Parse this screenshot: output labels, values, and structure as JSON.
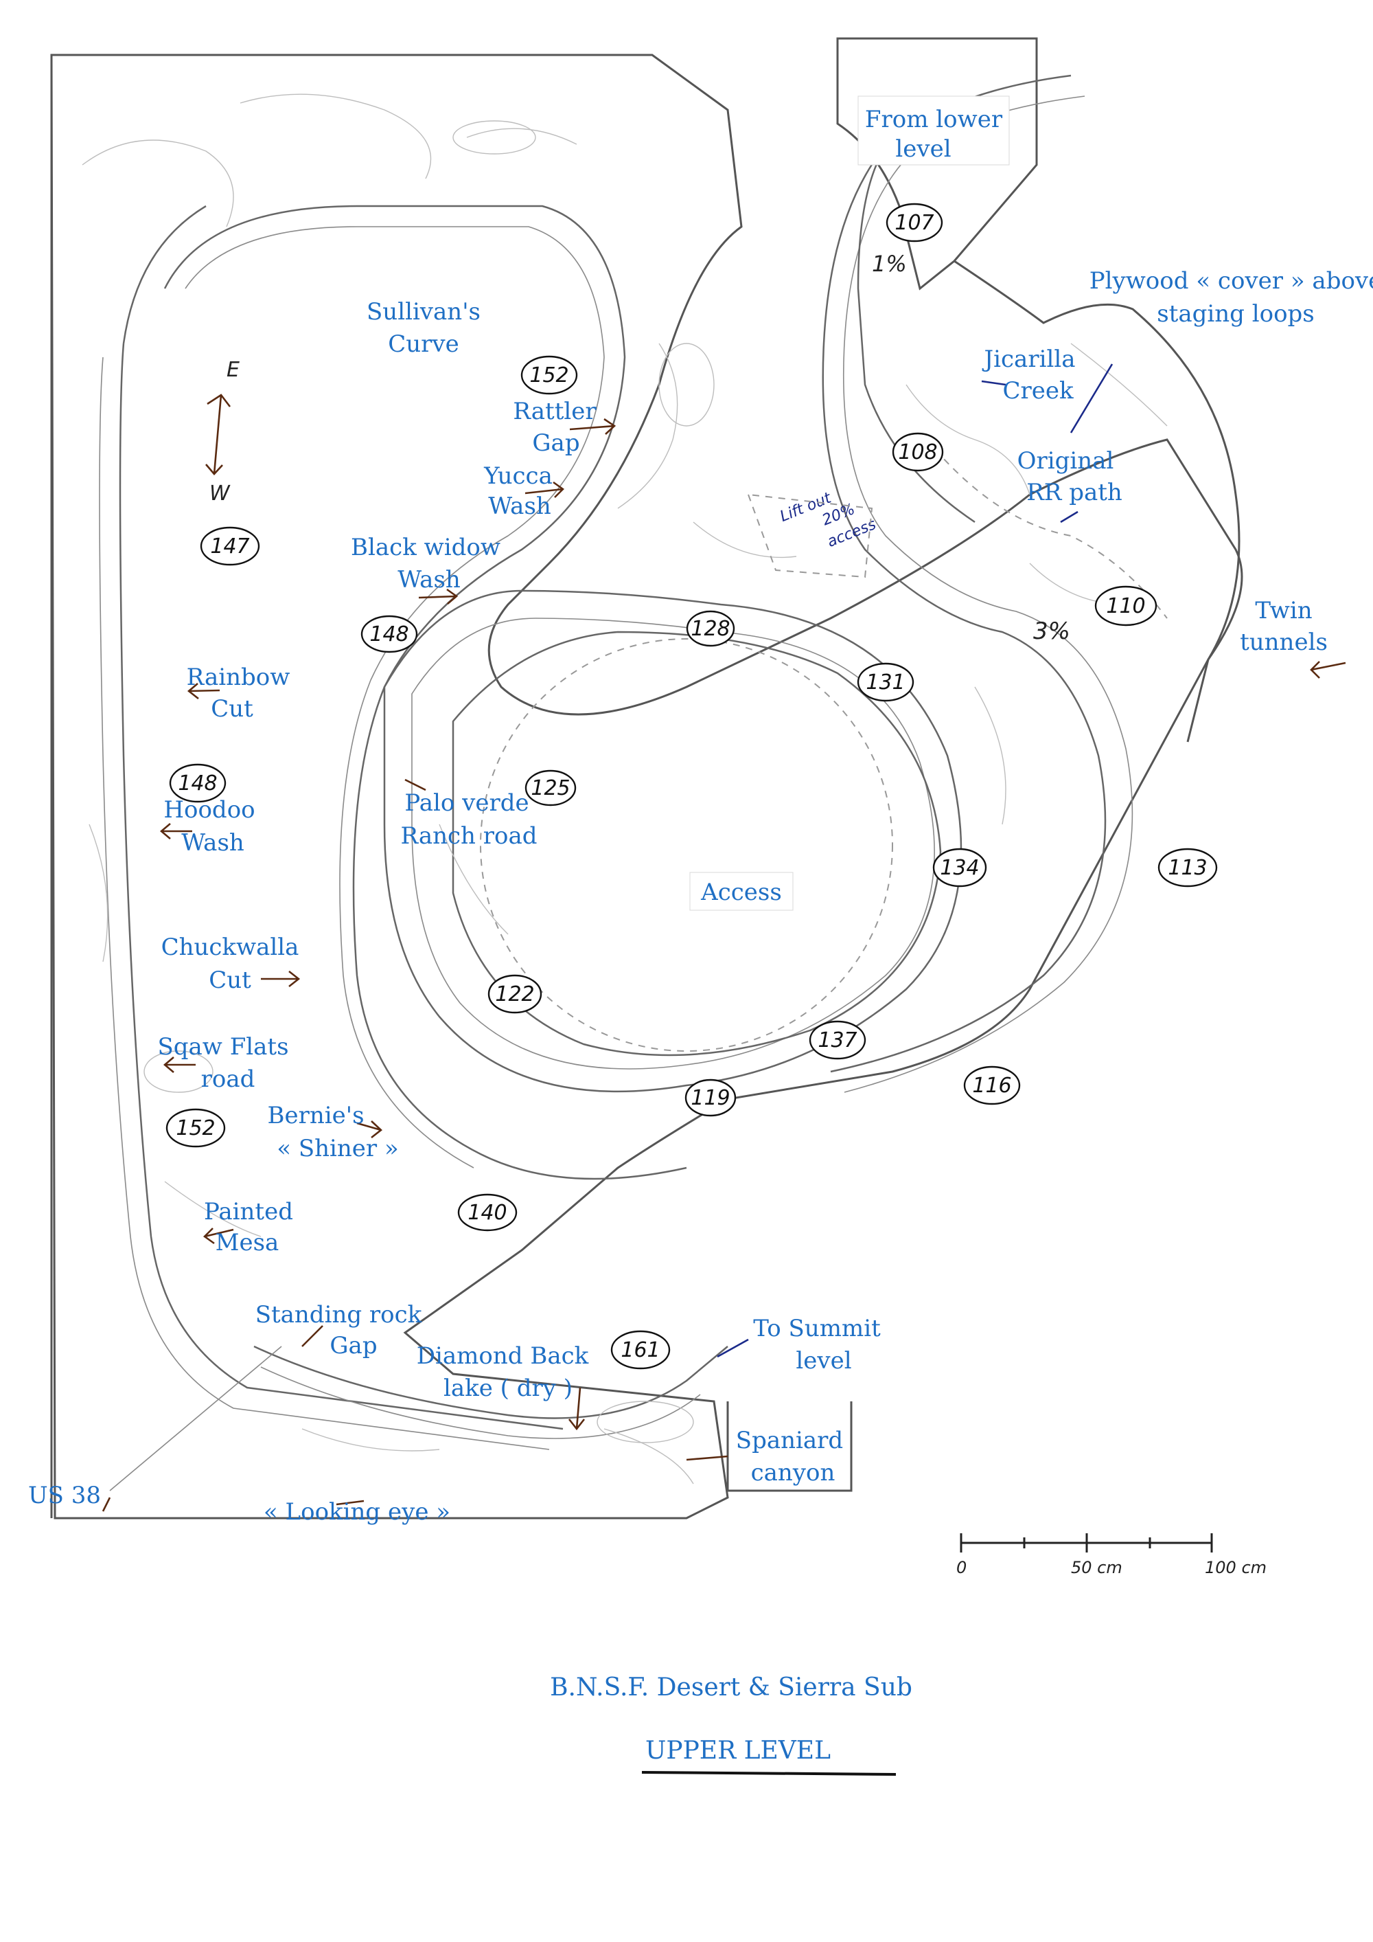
{
  "title": {
    "line1": "B.N.S.F. Desert & Sierra Sub",
    "line2": "UPPER LEVEL"
  },
  "compass": {
    "north": "E",
    "south": "W"
  },
  "scale_bar": {
    "zero": "0",
    "mid": "50 cm",
    "end": "100 cm"
  },
  "labels": {
    "from_lower_1": "From lower",
    "from_lower_2": "level",
    "plywood_1": "Plywood « cover » above",
    "plywood_2": "staging loops",
    "sullivans_1": "Sullivan's",
    "sullivans_2": "Curve",
    "rattler_1": "Rattler",
    "rattler_2": "Gap",
    "yucca_1": "Yucca",
    "yucca_2": "Wash",
    "blackwidow_1": "Black widow",
    "blackwidow_2": "Wash",
    "jicarilla_1": "Jicarilla",
    "jicarilla_2": "Creek",
    "original_1": "Original",
    "original_2": "RR path",
    "twin_1": "Twin",
    "twin_2": "tunnels",
    "rainbow_1": "Rainbow",
    "rainbow_2": "Cut",
    "hoodoo_1": "Hoodoo",
    "hoodoo_2": "Wash",
    "paloverde_1": "Palo verde",
    "paloverde_2": "Ranch road",
    "access": "Access",
    "chuckwalla_1": "Chuckwalla",
    "chuckwalla_2": "Cut",
    "sqaw_1": "Sqaw Flats",
    "sqaw_2": "road",
    "bernies_1": "Bernie's",
    "bernies_2": "« Shiner »",
    "painted_1": "Painted",
    "painted_2": "Mesa",
    "standing_1": "Standing rock",
    "standing_2": "Gap",
    "diamond_1": "Diamond Back",
    "diamond_2": "lake ( dry )",
    "summit_1": "To Summit",
    "summit_2": "level",
    "spaniard_1": "Spaniard",
    "spaniard_2": "canyon",
    "us38": "US 38",
    "looking": "« Looking eye »"
  },
  "elevations": {
    "e107": "107",
    "e152a": "152",
    "e108": "108",
    "e147": "147",
    "e148a": "148",
    "e128": "128",
    "e131": "131",
    "e110": "110",
    "e148b": "148",
    "e125": "125",
    "e134": "134",
    "e113": "113",
    "e122": "122",
    "e137": "137",
    "e116": "116",
    "e152b": "152",
    "e119": "119",
    "e140": "140",
    "e161": "161"
  },
  "grades": {
    "g1": "1%",
    "g3": "3%",
    "liftout_1": "Lift out",
    "liftout_2": "20%",
    "liftout_3": "access"
  },
  "colors": {
    "label_blue": "#1f6fc4",
    "pencil": "#666666",
    "arrow_brown": "#5a2a10",
    "arrow_navy": "#1a2a8a"
  }
}
